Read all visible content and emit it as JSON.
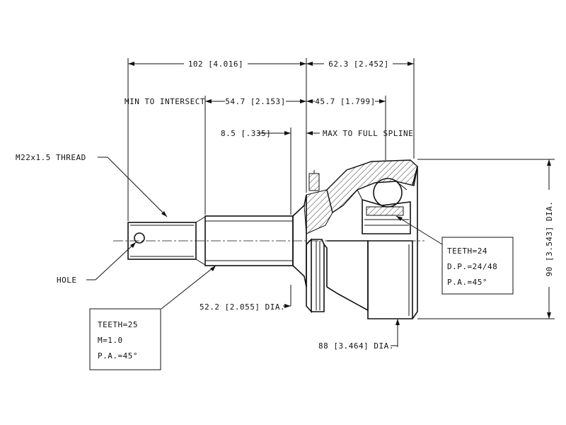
{
  "dimensions": {
    "overall_shaft": "102 [4.016]",
    "bell_length": "62.3 [2.452]",
    "min_to_intersect": "MIN TO INTERSECT",
    "spline_length": "54.7 [2.153]",
    "bell_to_spline": "45.7 [1.799]",
    "collar": "8.5 [.335]",
    "max_to_full_spline": "MAX TO FULL SPLINE",
    "outer_dia": "90 [3.543] DIA.",
    "shaft_dia": "52.2 [2.055] DIA.",
    "bell_dia": "88 [3.464] DIA."
  },
  "labels": {
    "thread": "M22x1.5 THREAD",
    "hole": "HOLE"
  },
  "spline_outer": {
    "line1": "TEETH=25",
    "line2": "M=1.0",
    "line3": "P.A.=45°"
  },
  "spline_inner": {
    "line1": "TEETH=24",
    "line2": "D.P.=24/48",
    "line3": "P.A.=45°"
  }
}
